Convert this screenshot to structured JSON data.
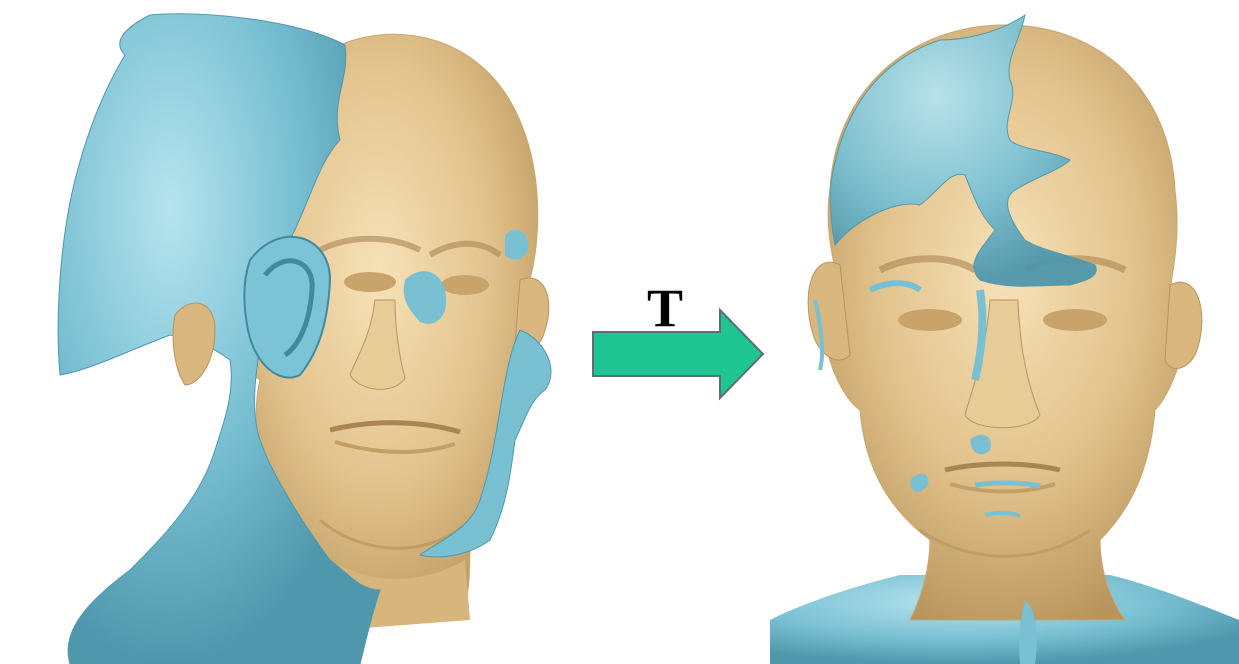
{
  "figure": {
    "transform_label": "T",
    "colors": {
      "reference_mesh": "#e3c38d",
      "reference_mesh_shadow": "#b8955c",
      "moving_mesh": "#79c0d3",
      "moving_mesh_shadow": "#4f97ac",
      "arrow_fill": "#1fc590",
      "arrow_stroke": "#5a6f7a",
      "background": "#ffffff"
    },
    "panels": [
      {
        "id": "before-alignment",
        "description_icon": "head-scan-misaligned-icon"
      },
      {
        "id": "after-alignment",
        "description_icon": "head-scan-aligned-icon"
      }
    ]
  }
}
